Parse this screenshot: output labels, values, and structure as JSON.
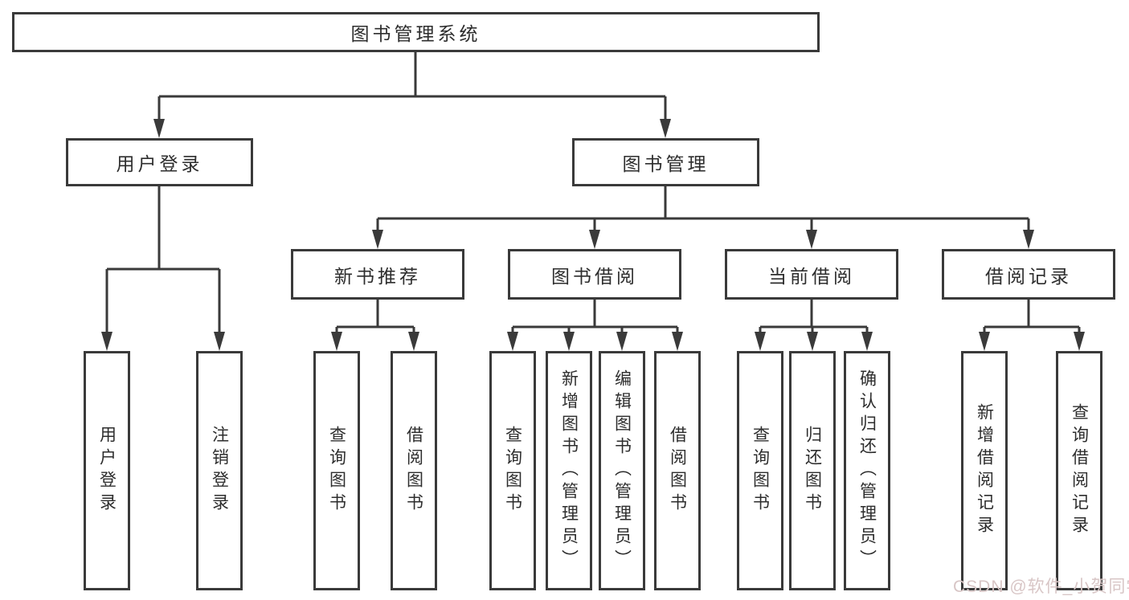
{
  "nodes": {
    "root": "图书管理系统",
    "l2_user_login": "用户登录",
    "l2_book_management": "图书管理",
    "l3_new_book_recommend": "新书推荐",
    "l3_book_borrow": "图书借阅",
    "l3_current_borrow": "当前借阅",
    "l3_borrow_records": "借阅记录",
    "leaf_user_login": "用户登录",
    "leaf_logout_login": "注销登录",
    "leaf_nbr_query_book": "查询图书",
    "leaf_nbr_borrow_book": "借阅图书",
    "leaf_bb_query_book": "查询图书",
    "leaf_bb_add_book_admin": "新增图书（管理员）",
    "leaf_bb_edit_book_admin": "编辑图书（管理员）",
    "leaf_bb_borrow_book": "借阅图书",
    "leaf_cb_query_book": "查询图书",
    "leaf_cb_return_book": "归还图书",
    "leaf_cb_confirm_return_admin": "确认归还（管理员）",
    "leaf_br_add_borrow_record": "新增借阅记录",
    "leaf_br_query_borrow_record": "查询借阅记录"
  },
  "structure": {
    "图书管理系统": {
      "用户登录": [
        "用户登录",
        "注销登录"
      ],
      "图书管理": {
        "新书推荐": [
          "查询图书",
          "借阅图书"
        ],
        "图书借阅": [
          "查询图书",
          "新增图书（管理员）",
          "编辑图书（管理员）",
          "借阅图书"
        ],
        "当前借阅": [
          "查询图书",
          "归还图书",
          "确认归还（管理员）"
        ],
        "借阅记录": [
          "新增借阅记录",
          "查询借阅记录"
        ]
      }
    }
  },
  "watermark": {
    "text": "CSDN @软件_小贺同学",
    "color": "#d8c6c6"
  },
  "colors": {
    "line": "#3a3a3a",
    "box_border": "#3a3a3a",
    "text": "#2d2d2d",
    "background": "#ffffff"
  }
}
